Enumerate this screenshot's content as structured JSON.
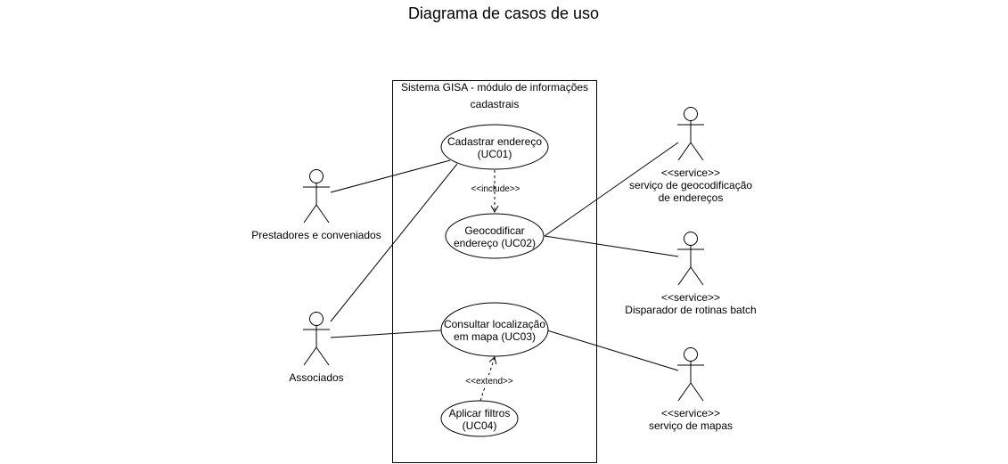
{
  "title": "Diagrama de casos de uso",
  "system": {
    "line1": "Sistema GISA - módulo de informações",
    "line2": "cadastrais"
  },
  "use_cases": {
    "uc01": {
      "line1": "Cadastrar endereço",
      "line2": "(UC01)"
    },
    "uc02": {
      "line1": "Geocodificar",
      "line2": "endereço (UC02)"
    },
    "uc03": {
      "line1": "Consultar localização",
      "line2": "em mapa (UC03)"
    },
    "uc04": {
      "line1": "Aplicar filtros",
      "line2": "(UC04)"
    }
  },
  "actors": {
    "prestadores": {
      "line1": "Prestadores e conveniados"
    },
    "associados": {
      "line1": "Associados"
    },
    "geocodificacao": {
      "line1": "<<service>>",
      "line2": "serviço de geocodificação",
      "line3": "de endereços"
    },
    "disparador": {
      "line1": "<<service>>",
      "line2": "Disparador de rotinas batch"
    },
    "mapas": {
      "line1": "<<service>>",
      "line2": "serviço de mapas"
    }
  },
  "relations": {
    "include": "<<include>>",
    "extend": "<<extend>>"
  }
}
